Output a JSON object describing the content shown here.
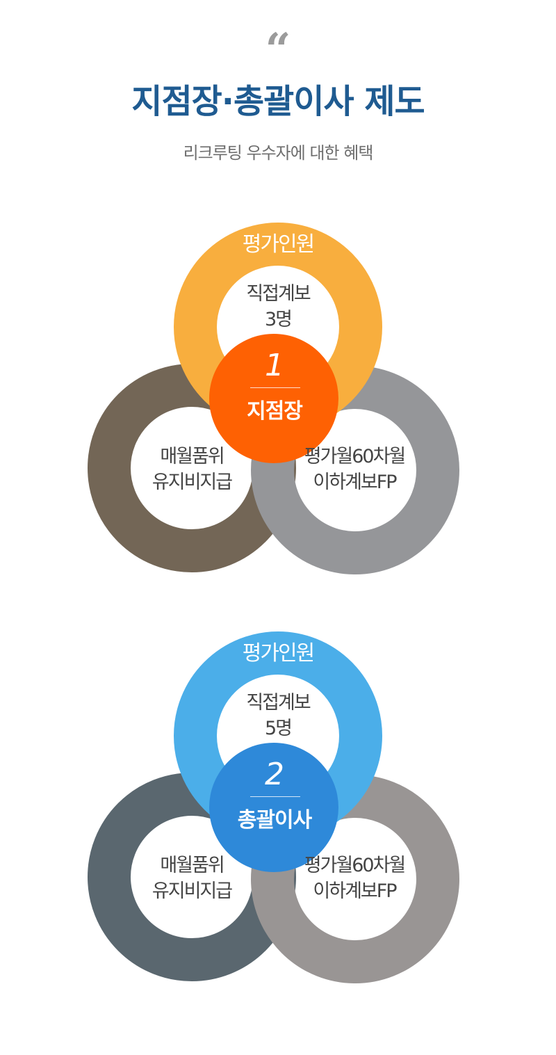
{
  "header": {
    "quote_mark": "“",
    "title": "지점장·총괄이사 제도",
    "subtitle": "리크루팅 우수자에 대한 혜택"
  },
  "diagrams": [
    {
      "center_number": "1",
      "center_label": "지점장",
      "top_ring_title": "평가인원",
      "top_inner": [
        "직접계보",
        "3명"
      ],
      "left_inner": [
        "매월품위",
        "유지비지급"
      ],
      "right_inner": [
        "평가월60차월",
        "이하계보FP"
      ],
      "colors": {
        "top_ring": "#f8ae3e",
        "left_ring": "#736656",
        "right_ring": "#959699",
        "center": "#fe6103"
      }
    },
    {
      "center_number": "2",
      "center_label": "총괄이사",
      "top_ring_title": "평가인원",
      "top_inner": [
        "직접계보",
        "5명"
      ],
      "left_inner": [
        "매월품위",
        "유지비지급"
      ],
      "right_inner": [
        "평가월60차월",
        "이하계보FP"
      ],
      "colors": {
        "top_ring": "#4baee9",
        "left_ring": "#5a676f",
        "right_ring": "#999594",
        "center": "#2e89d9"
      }
    }
  ]
}
